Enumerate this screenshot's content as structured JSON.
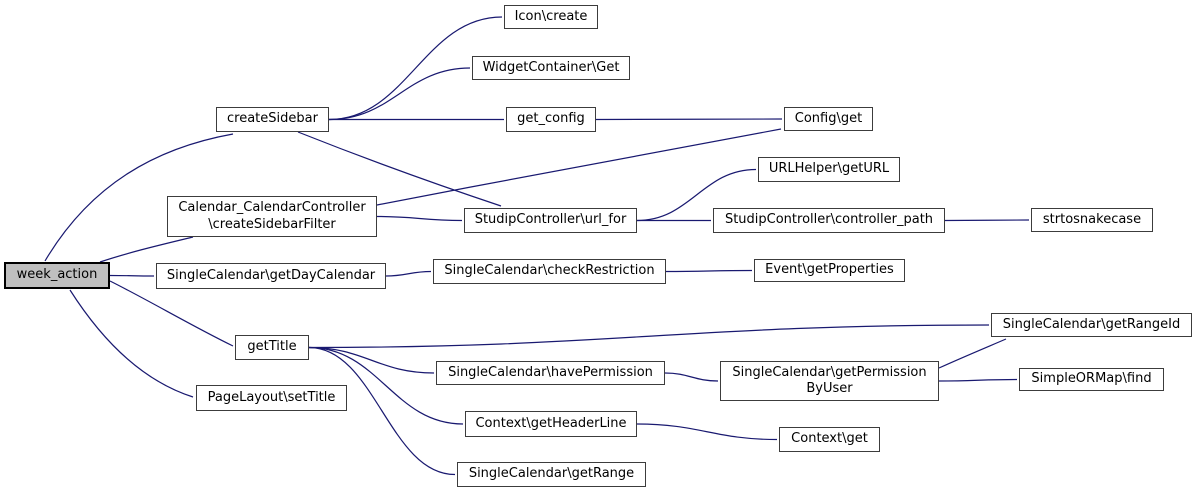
{
  "diagram": {
    "type": "call-graph",
    "root_function": "week_action",
    "colors": {
      "edge": "#191970",
      "node_fill": "#ffffff",
      "node_border": "#3c3c3c",
      "root_fill": "#bfbfbf",
      "root_border": "#000000",
      "background": "#ffffff"
    },
    "nodes": [
      {
        "id": "weekAction",
        "lines": [
          "week_action"
        ],
        "root": true
      },
      {
        "id": "createSidebar",
        "lines": [
          "createSidebar"
        ]
      },
      {
        "id": "createSidebarFilter",
        "lines": [
          "Calendar_CalendarController",
          "\\createSidebarFilter"
        ]
      },
      {
        "id": "getDayCalendar",
        "lines": [
          "SingleCalendar\\getDayCalendar"
        ]
      },
      {
        "id": "getTitle",
        "lines": [
          "getTitle"
        ]
      },
      {
        "id": "setTitle",
        "lines": [
          "PageLayout\\setTitle"
        ]
      },
      {
        "id": "iconCreate",
        "lines": [
          "Icon\\create"
        ]
      },
      {
        "id": "widgetContainerGet",
        "lines": [
          "WidgetContainer\\Get"
        ]
      },
      {
        "id": "getConfig",
        "lines": [
          "get_config"
        ]
      },
      {
        "id": "configGet",
        "lines": [
          "Config\\get"
        ]
      },
      {
        "id": "urlHelperGetUrl",
        "lines": [
          "URLHelper\\getURL"
        ]
      },
      {
        "id": "urlFor",
        "lines": [
          "StudipController\\url_for"
        ]
      },
      {
        "id": "controllerPath",
        "lines": [
          "StudipController\\controller_path"
        ]
      },
      {
        "id": "strtosnakecase",
        "lines": [
          "strtosnakecase"
        ]
      },
      {
        "id": "checkRestriction",
        "lines": [
          "SingleCalendar\\checkRestriction"
        ]
      },
      {
        "id": "eventGetProperties",
        "lines": [
          "Event\\getProperties"
        ]
      },
      {
        "id": "getRangeId",
        "lines": [
          "SingleCalendar\\getRangeId"
        ]
      },
      {
        "id": "havePermission",
        "lines": [
          "SingleCalendar\\havePermission"
        ]
      },
      {
        "id": "getPermissionByUser",
        "lines": [
          "SingleCalendar\\getPermission",
          "ByUser"
        ]
      },
      {
        "id": "simpleOrMapFind",
        "lines": [
          "SimpleORMap\\find"
        ]
      },
      {
        "id": "getHeaderLine",
        "lines": [
          "Context\\getHeaderLine"
        ]
      },
      {
        "id": "contextGet",
        "lines": [
          "Context\\get"
        ]
      },
      {
        "id": "getRange",
        "lines": [
          "SingleCalendar\\getRange"
        ]
      }
    ],
    "edges": [
      {
        "from": "weekAction",
        "to": "createSidebar"
      },
      {
        "from": "weekAction",
        "to": "createSidebarFilter"
      },
      {
        "from": "weekAction",
        "to": "getDayCalendar"
      },
      {
        "from": "weekAction",
        "to": "getTitle"
      },
      {
        "from": "weekAction",
        "to": "setTitle"
      },
      {
        "from": "createSidebar",
        "to": "iconCreate"
      },
      {
        "from": "createSidebar",
        "to": "widgetContainerGet"
      },
      {
        "from": "createSidebar",
        "to": "getConfig"
      },
      {
        "from": "createSidebar",
        "to": "urlFor"
      },
      {
        "from": "getConfig",
        "to": "configGet"
      },
      {
        "from": "createSidebarFilter",
        "to": "configGet"
      },
      {
        "from": "createSidebarFilter",
        "to": "urlFor"
      },
      {
        "from": "urlFor",
        "to": "urlHelperGetUrl"
      },
      {
        "from": "urlFor",
        "to": "controllerPath"
      },
      {
        "from": "controllerPath",
        "to": "strtosnakecase"
      },
      {
        "from": "getDayCalendar",
        "to": "checkRestriction"
      },
      {
        "from": "checkRestriction",
        "to": "eventGetProperties"
      },
      {
        "from": "getTitle",
        "to": "getRangeId"
      },
      {
        "from": "getTitle",
        "to": "havePermission"
      },
      {
        "from": "getTitle",
        "to": "getHeaderLine"
      },
      {
        "from": "getTitle",
        "to": "getRange"
      },
      {
        "from": "havePermission",
        "to": "getPermissionByUser"
      },
      {
        "from": "getPermissionByUser",
        "to": "getRangeId"
      },
      {
        "from": "getPermissionByUser",
        "to": "simpleOrMapFind"
      },
      {
        "from": "getHeaderLine",
        "to": "contextGet"
      }
    ]
  }
}
